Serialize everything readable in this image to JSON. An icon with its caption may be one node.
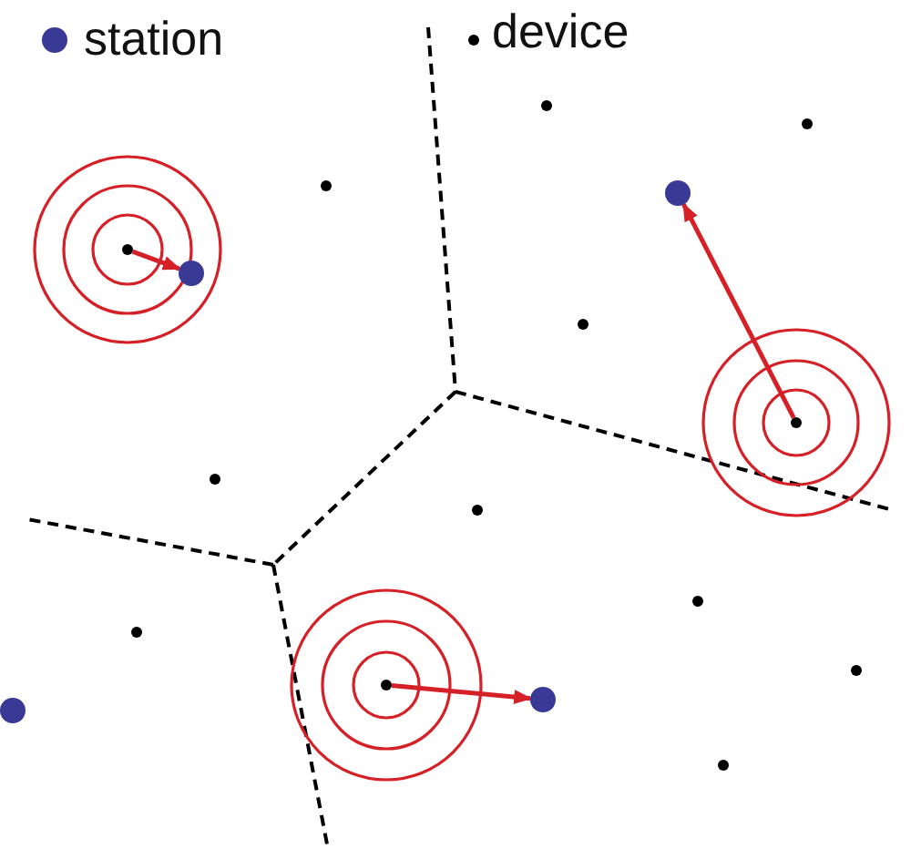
{
  "diagram": {
    "nodes": [
      {
        "text": [],
        "shape": "circle"
      },
      {
        "text": [],
        "shape": "circle"
      },
      {
        "text": [],
        "shape": "circle"
      },
      {
        "text": [],
        "shape": "circle"
      },
      {
        "text": [],
        "shape": "circle"
      },
      {
        "text": [],
        "shape": "circle"
      }
    ],
    "edges": [
      {
        "from": 0,
        "to": 1,
        "arrow": "to",
        "color": "#d62027"
      },
      {
        "from": 3,
        "to": 2,
        "arrow": "to",
        "color": "#d62027"
      },
      {
        "from": 4,
        "to": 5,
        "arrow": "to",
        "color": "#d62027"
      }
    ],
    "legend": [
      {
        "text": "station",
        "color": "#3a3a96"
      },
      {
        "text": "device",
        "color": "#000000"
      }
    ]
  }
}
